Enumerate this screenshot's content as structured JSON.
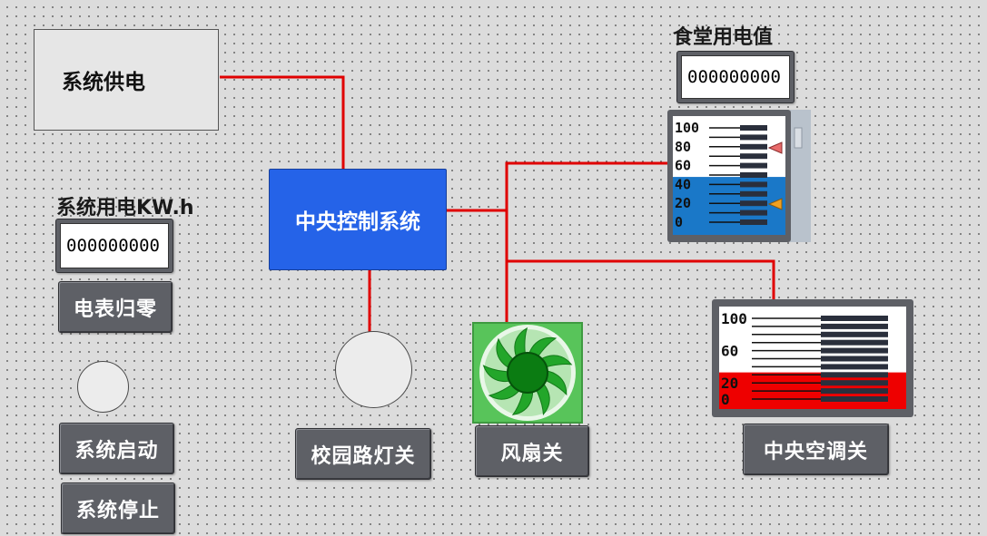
{
  "power_supply": {
    "label": "系统供电"
  },
  "central_control": {
    "label": "中央控制系统"
  },
  "system_usage": {
    "label": "系统用电KW.h",
    "value": "000000000"
  },
  "reset_meter": {
    "label": "电表归零"
  },
  "system_start": {
    "label": "系统启动"
  },
  "system_stop": {
    "label": "系统停止"
  },
  "street_light": {
    "button_label": "校园路灯关"
  },
  "fan": {
    "button_label": "风扇关",
    "color": "#1f9d2a"
  },
  "canteen": {
    "label": "食堂用电值",
    "value": "000000000",
    "gauge": {
      "ticks": [
        "100",
        "80",
        "60",
        "40",
        "20",
        "0"
      ],
      "level": 0.48,
      "fill_color": "#1a78c8"
    }
  },
  "central_ac": {
    "button_label": "中央空调关",
    "gauge": {
      "ticks": [
        "100",
        "60",
        "20",
        "0"
      ],
      "level": 0.33,
      "fill_color": "#ee0000"
    }
  },
  "colors": {
    "wire": "#e00000",
    "control_box": "#2563e8",
    "button_bg": "#5e6066"
  }
}
